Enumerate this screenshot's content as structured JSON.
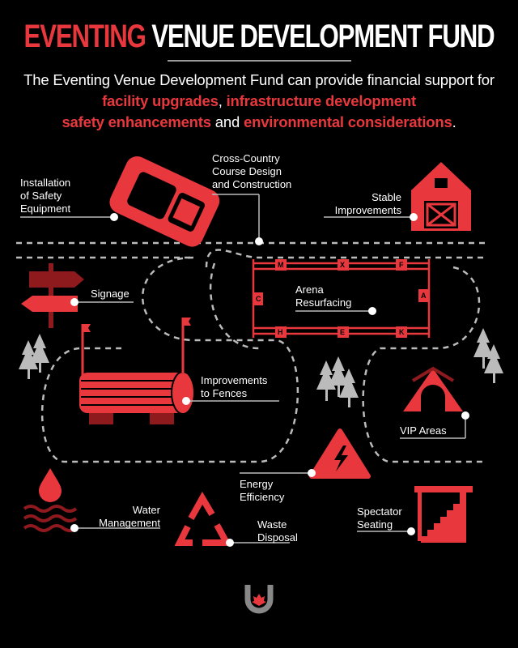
{
  "header": {
    "title_red": "EVENTING",
    "title_white": "VENUE DEVELOPMENT FUND"
  },
  "intro": {
    "t1": "The Eventing Venue Development Fund can provide financial support for ",
    "h1": "facility upgrades",
    "t2": ", ",
    "h2": "infrastructure development",
    "t3": ", ",
    "h3": "safety enhancements",
    "t4": " and ",
    "h4": "environmental considerations",
    "t5": "."
  },
  "labels": {
    "safety": [
      "Installation",
      "of Safety",
      "Equipment"
    ],
    "course": [
      "Cross-Country",
      "Course Design",
      "and Construction"
    ],
    "stable": [
      "Stable",
      "Improvements"
    ],
    "signage": "Signage",
    "arena": [
      "Arena",
      "Resurfacing"
    ],
    "fences": [
      "Improvements",
      "to Fences"
    ],
    "vip": "VIP Areas",
    "energy": [
      "Energy",
      "Efficiency"
    ],
    "water": [
      "Water",
      "Management"
    ],
    "waste": [
      "Waste",
      "Disposal"
    ],
    "spectator": [
      "Spectator",
      "Seating"
    ]
  },
  "arena_markers": [
    "M",
    "X",
    "F",
    "C",
    "A",
    "H",
    "E",
    "K"
  ],
  "colors": {
    "accent": "#e8383d",
    "dark_red": "#8e1a1e",
    "grey": "#9a9a9a"
  }
}
